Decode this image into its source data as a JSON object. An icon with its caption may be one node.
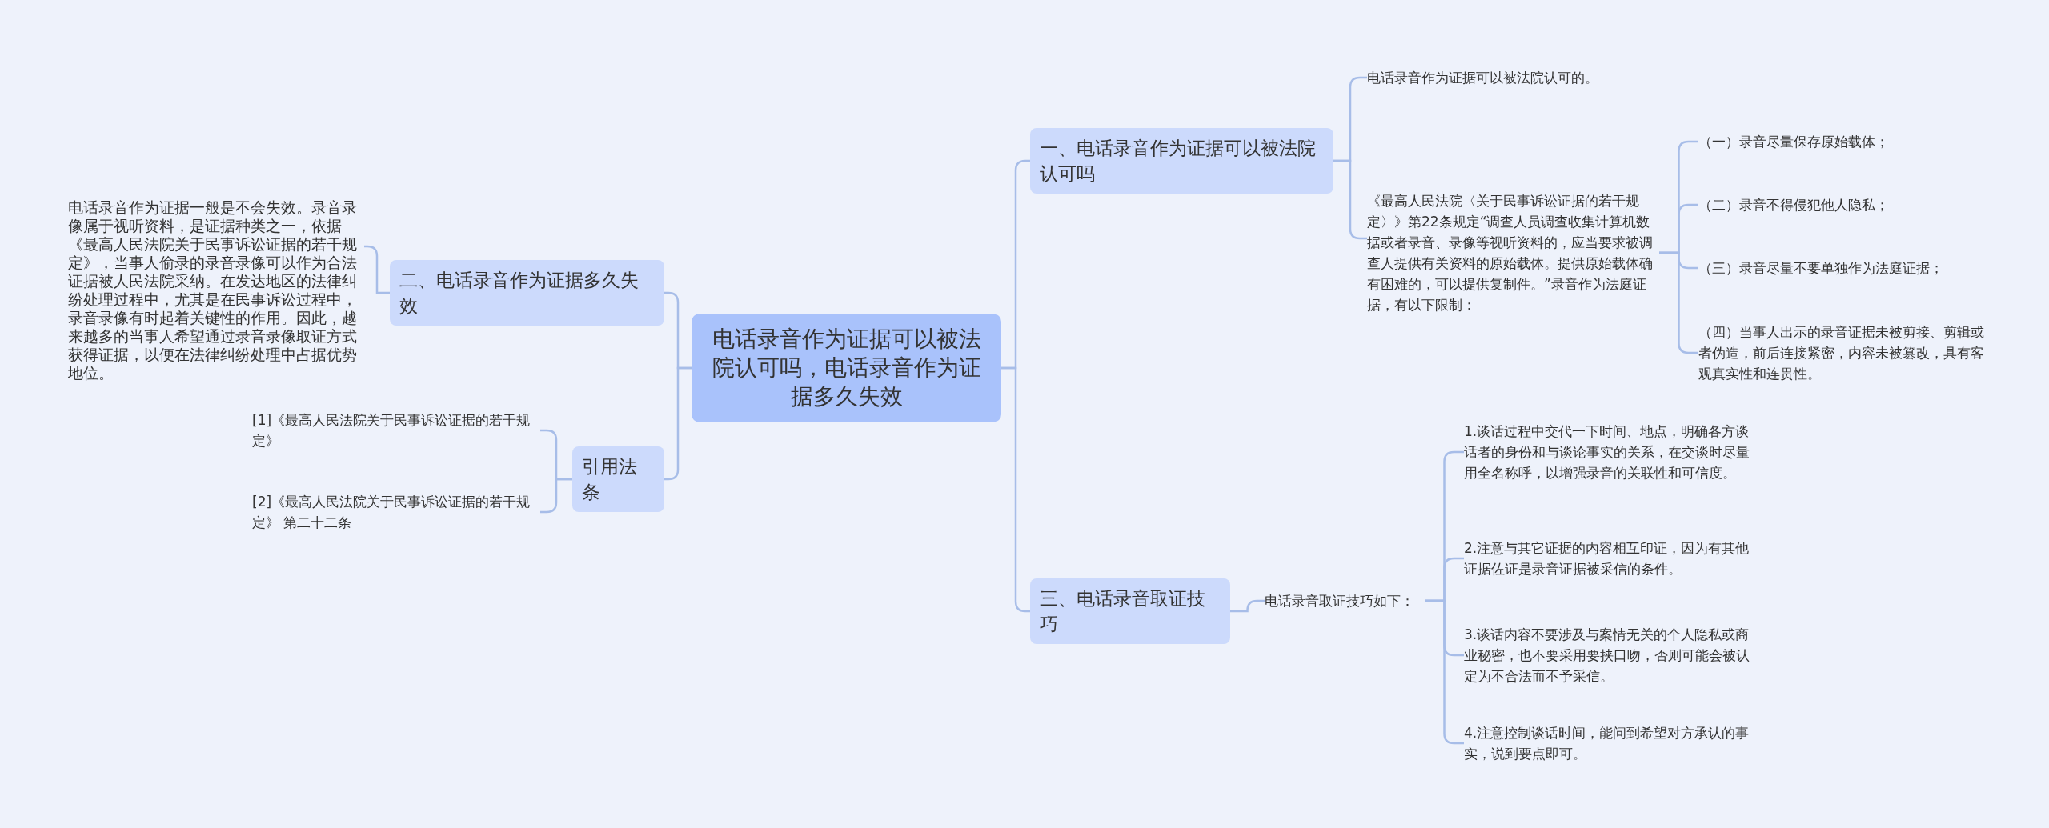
{
  "diagram": {
    "nodes": [
      {
        "text": [
          "电话录音作为证据可以被法院认可吗，电话录音作为证据多久失效"
        ]
      },
      {
        "text": [
          "一、电话录音作为证据可以被法院认可吗"
        ]
      },
      {
        "text": [
          "电话录音作为证据可以被法院认可的。"
        ]
      },
      {
        "text": [
          "《最高人民法院〈关于民事诉讼证据的若干规定〉》第22条规定“调查人员调查收集计算机数据或者录音、录像等视听资料的，应当要求被调查人提供有关资料的原始载体。提供原始载体确有困难的，可以提供复制件。”录音作为法庭证据，有以下限制："
        ]
      },
      {
        "text": [
          "（一）录音尽量保存原始载体；"
        ]
      },
      {
        "text": [
          "（二）录音不得侵犯他人隐私；"
        ]
      },
      {
        "text": [
          "（三）录音尽量不要单独作为法庭证据；"
        ]
      },
      {
        "text": [
          "（四）当事人出示的录音证据未被剪接、剪辑或者伪造，前后连接紧密，内容未被篡改，具有客观真实性和连贯性。"
        ]
      },
      {
        "text": [
          "三、电话录音取证技巧"
        ]
      },
      {
        "text": [
          "电话录音取证技巧如下："
        ]
      },
      {
        "text": [
          "1.谈话过程中交代一下时间、地点，明确各方谈话者的身份和与谈论事实的关系，在交谈时尽量用全名称呼，以增强录音的关联性和可信度。"
        ]
      },
      {
        "text": [
          "2.注意与其它证据的内容相互印证，因为有其他证据佐证是录音证据被采信的条件。"
        ]
      },
      {
        "text": [
          "3.谈话内容不要涉及与案情无关的个人隐私或商业秘密，也不要采用要挟口吻，否则可能会被认定为不合法而不予采信。"
        ]
      },
      {
        "text": [
          "4.注意控制谈话时间，能问到希望对方承认的事实，说到要点即可。"
        ]
      },
      {
        "text": [
          "二、电话录音作为证据多久失效"
        ]
      },
      {
        "text": [
          "电话录音作为证据一般是不会失效。录音录像属于视听资料，是证据种类之一，依据《最高人民法院关于民事诉讼证据的若干规定》，当事人偷录的录音录像可以作为合法证据被人民法院采纳。在发达地区的法律纠纷处理过程中，尤其是在民事诉讼过程中，录音录像有时起着关键性的作用。因此，越来越多的当事人希望通过录音录像取证方式获得证据，以便在法律纠纷处理中占据优势地位。"
        ]
      },
      {
        "text": [
          "引用法条"
        ]
      },
      {
        "text": [
          "[1]《最高人民法院关于民事诉讼证据的若干规定》"
        ]
      },
      {
        "text": [
          "[2]《最高人民法院关于民事诉讼证据的若干规定》 第二十二条"
        ]
      }
    ],
    "edges": [
      {
        "from": 0,
        "to": 1,
        "arrow": "none"
      },
      {
        "from": 0,
        "to": 8,
        "arrow": "none"
      },
      {
        "from": 0,
        "to": 14,
        "arrow": "none"
      },
      {
        "from": 0,
        "to": 16,
        "arrow": "none"
      },
      {
        "from": 1,
        "to": 2,
        "arrow": "none"
      },
      {
        "from": 1,
        "to": 3,
        "arrow": "none"
      },
      {
        "from": 3,
        "to": 4,
        "arrow": "none"
      },
      {
        "from": 3,
        "to": 5,
        "arrow": "none"
      },
      {
        "from": 3,
        "to": 6,
        "arrow": "none"
      },
      {
        "from": 3,
        "to": 7,
        "arrow": "none"
      },
      {
        "from": 8,
        "to": 9,
        "arrow": "none"
      },
      {
        "from": 9,
        "to": 10,
        "arrow": "none"
      },
      {
        "from": 9,
        "to": 11,
        "arrow": "none"
      },
      {
        "from": 9,
        "to": 12,
        "arrow": "none"
      },
      {
        "from": 9,
        "to": 13,
        "arrow": "none"
      },
      {
        "from": 14,
        "to": 15,
        "arrow": "none"
      },
      {
        "from": 16,
        "to": 17,
        "arrow": "none"
      },
      {
        "from": 16,
        "to": 18,
        "arrow": "none"
      }
    ]
  }
}
